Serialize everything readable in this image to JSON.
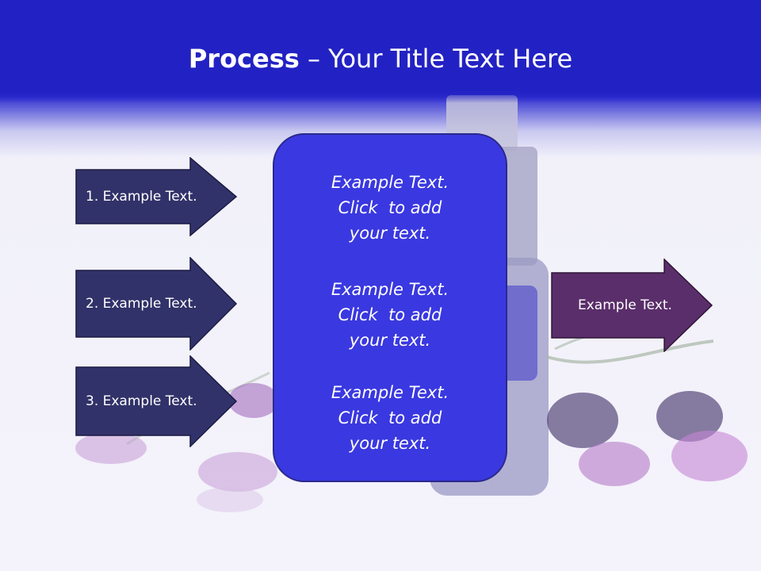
{
  "slide": {
    "title_bold": "Process",
    "title_rest": " – Your Title Text Here"
  },
  "left_arrows": [
    {
      "label": "1. Example Text."
    },
    {
      "label": "2. Example Text."
    },
    {
      "label": "3. Example Text."
    }
  ],
  "center_box": {
    "blocks": [
      {
        "lines": [
          "Example Text.",
          "Click  to add",
          "your text."
        ]
      },
      {
        "lines": [
          "Example Text.",
          "Click  to add",
          "your text."
        ]
      },
      {
        "lines": [
          "Example Text.",
          "Click  to add",
          "your text."
        ]
      }
    ]
  },
  "right_arrow": {
    "label": "Example Text."
  },
  "colors": {
    "banner": "#2222c4",
    "left_arrow_fill": "#32326a",
    "center_box_fill": "#3a38e0",
    "right_arrow_fill": "#5a2e6a",
    "text": "#ffffff"
  }
}
